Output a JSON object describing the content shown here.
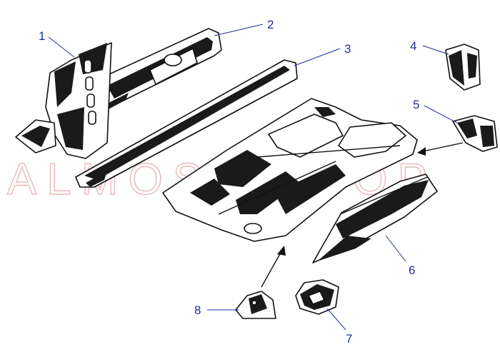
{
  "watermark": "ALMOST-SHOP",
  "callouts": [
    {
      "label": "1"
    },
    {
      "label": "2"
    },
    {
      "label": "3"
    },
    {
      "label": "4"
    },
    {
      "label": "5"
    },
    {
      "label": "6"
    },
    {
      "label": "7"
    },
    {
      "label": "8"
    }
  ],
  "colors": {
    "callout": "#1f2fa0",
    "watermark": "#e7b9b9",
    "ink": "#111111"
  }
}
